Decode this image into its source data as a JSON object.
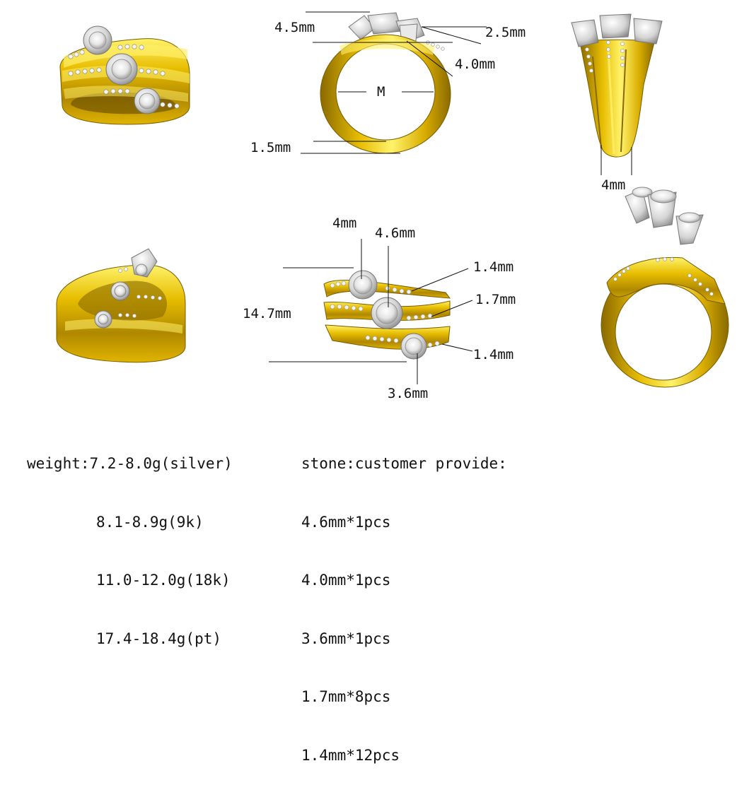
{
  "dimensions": {
    "side": {
      "top_width": "4.5mm",
      "setting_width": "2.5mm",
      "stone_height": "4.0mm",
      "inner_size": "M",
      "band_thickness": "1.5mm"
    },
    "back": {
      "band_width": "4mm"
    },
    "front": {
      "top_stone": "4mm",
      "center_stone": "4.6mm",
      "bottom_stone": "3.6mm",
      "top_pave": "1.4mm",
      "middle_pave": "1.7mm",
      "bottom_pave": "1.4mm",
      "total_height": "14.7mm"
    }
  },
  "weight": {
    "label": "weight:",
    "lines": [
      "7.2-8.0g(silver)",
      "8.1-8.9g(9k)",
      "11.0-12.0g(18k)",
      "17.4-18.4g(pt)"
    ]
  },
  "stones": {
    "label": "stone:customer provide:",
    "lines": [
      "4.6mm*1pcs",
      "4.0mm*1pcs",
      "3.6mm*1pcs",
      "1.7mm*8pcs",
      "1.4mm*12pcs"
    ]
  },
  "colors": {
    "gold": "#e0b400",
    "gold_dark": "#8a6a00",
    "gold_light": "#fff06a",
    "silver": "#d8d8d8",
    "line": "#111111"
  }
}
